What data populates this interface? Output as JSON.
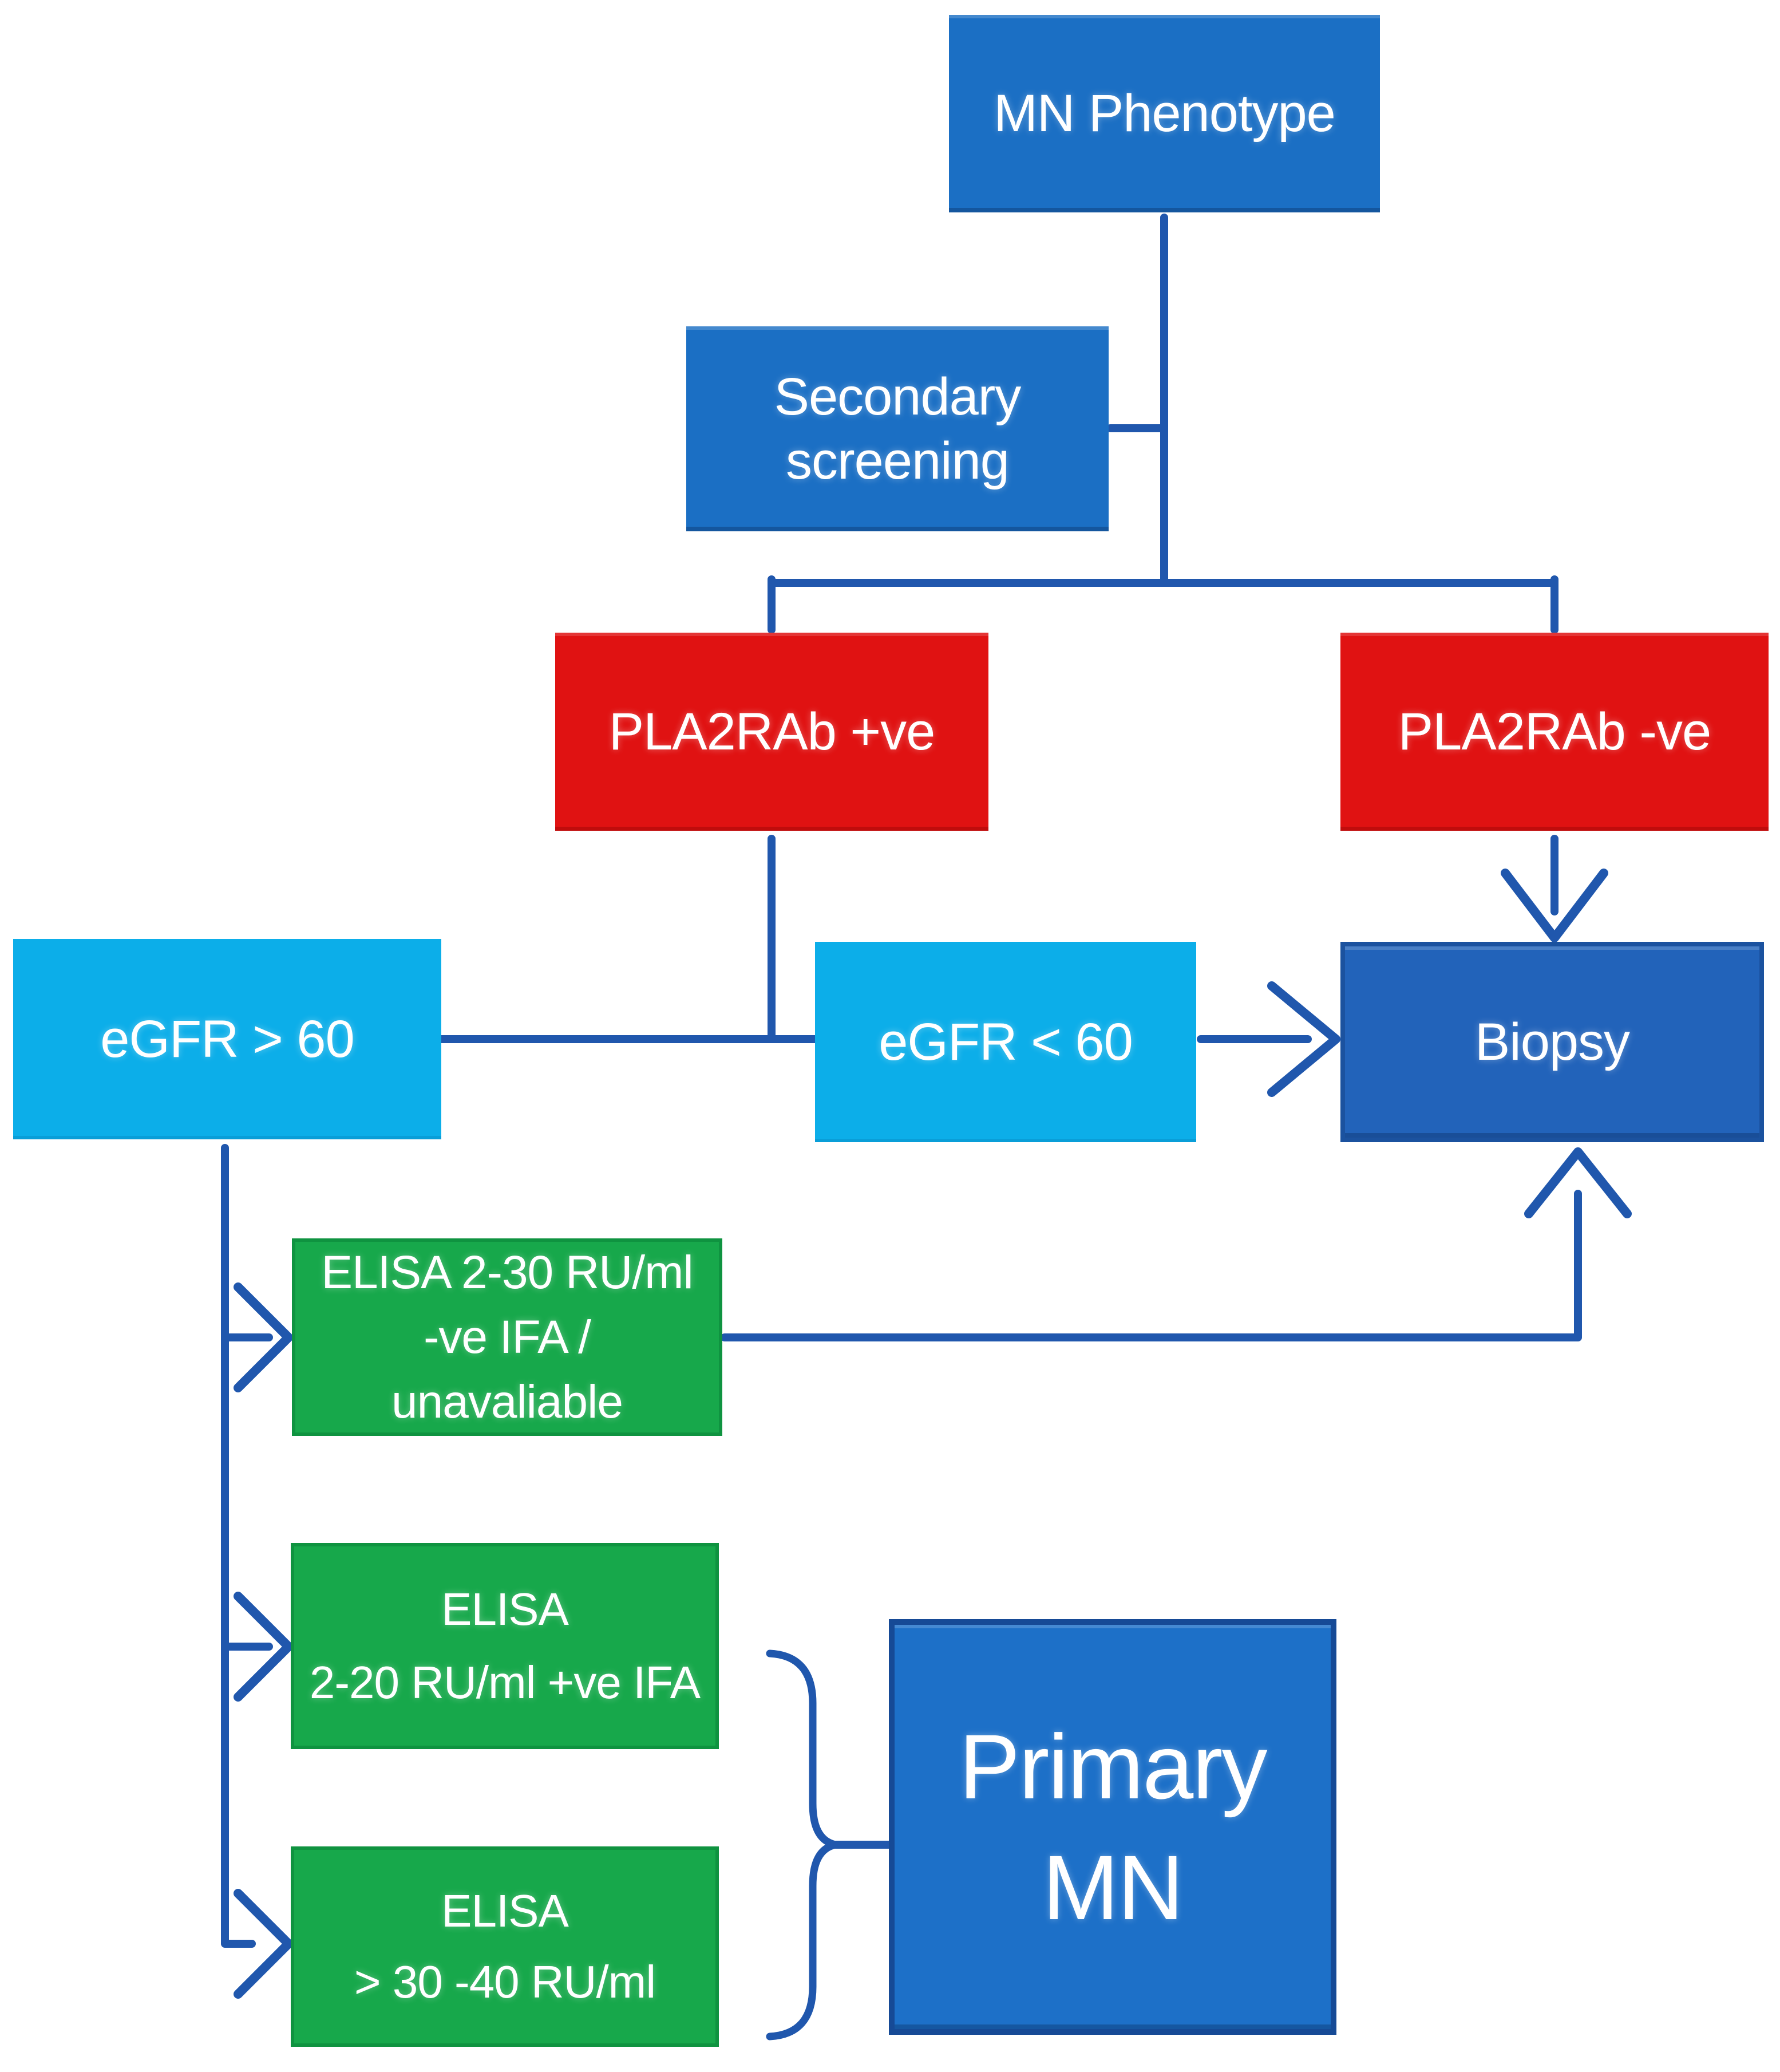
{
  "colors": {
    "node_blue": "#1b6fc4",
    "biopsy_blue": "#2263ba",
    "primary_blue": "#1d70c8",
    "red": "#e01212",
    "cyan": "#0caee9",
    "green": "#17a84b",
    "connector": "#2057ad",
    "text": "#ffffff"
  },
  "nodes": {
    "mn_phenotype": {
      "label": "MN Phenotype"
    },
    "secondary_screening": {
      "lines": [
        "Secondary",
        "screening"
      ]
    },
    "pla2rab_positive": {
      "label": "PLA2RAb +ve"
    },
    "pla2rab_negative": {
      "label": "PLA2RAb -ve"
    },
    "egfr_gt_60": {
      "label": "eGFR > 60"
    },
    "egfr_lt_60": {
      "label": "eGFR < 60"
    },
    "biopsy": {
      "label": "Biopsy"
    },
    "elisa_2_30": {
      "lines": [
        "ELISA 2-30 RU/ml",
        "-ve IFA /",
        "unavaliable"
      ]
    },
    "elisa_2_20": {
      "lines": [
        "ELISA",
        "2-20 RU/ml +ve IFA"
      ]
    },
    "elisa_30_40": {
      "lines": [
        "ELISA",
        "> 30 -40 RU/ml"
      ]
    },
    "primary_mn": {
      "lines": [
        "Primary",
        "MN"
      ]
    }
  },
  "edges": [
    {
      "from": "mn_phenotype",
      "to": "pla2rab_positive",
      "arrowhead": false
    },
    {
      "from": "mn_phenotype",
      "to": "pla2rab_negative",
      "arrowhead": false
    },
    {
      "from": "secondary_screening",
      "to": "mn_phenotype",
      "arrowhead": false,
      "note": "side stub onto trunk line"
    },
    {
      "from": "pla2rab_positive",
      "to": "egfr_gt_60",
      "arrowhead": false
    },
    {
      "from": "pla2rab_positive",
      "to": "egfr_lt_60",
      "arrowhead": false
    },
    {
      "from": "egfr_lt_60",
      "to": "biopsy",
      "arrowhead": true
    },
    {
      "from": "pla2rab_negative",
      "to": "biopsy",
      "arrowhead": true
    },
    {
      "from": "egfr_gt_60",
      "to": "elisa_2_30",
      "arrowhead": true
    },
    {
      "from": "egfr_gt_60",
      "to": "elisa_2_20",
      "arrowhead": true
    },
    {
      "from": "egfr_gt_60",
      "to": "elisa_30_40",
      "arrowhead": true
    },
    {
      "from": "elisa_2_30",
      "to": "biopsy",
      "arrowhead": true
    },
    {
      "from": "elisa_2_20",
      "to": "primary_mn",
      "arrowhead": false,
      "note": "grouped by curly brace"
    },
    {
      "from": "elisa_30_40",
      "to": "primary_mn",
      "arrowhead": false,
      "note": "grouped by curly brace"
    }
  ]
}
